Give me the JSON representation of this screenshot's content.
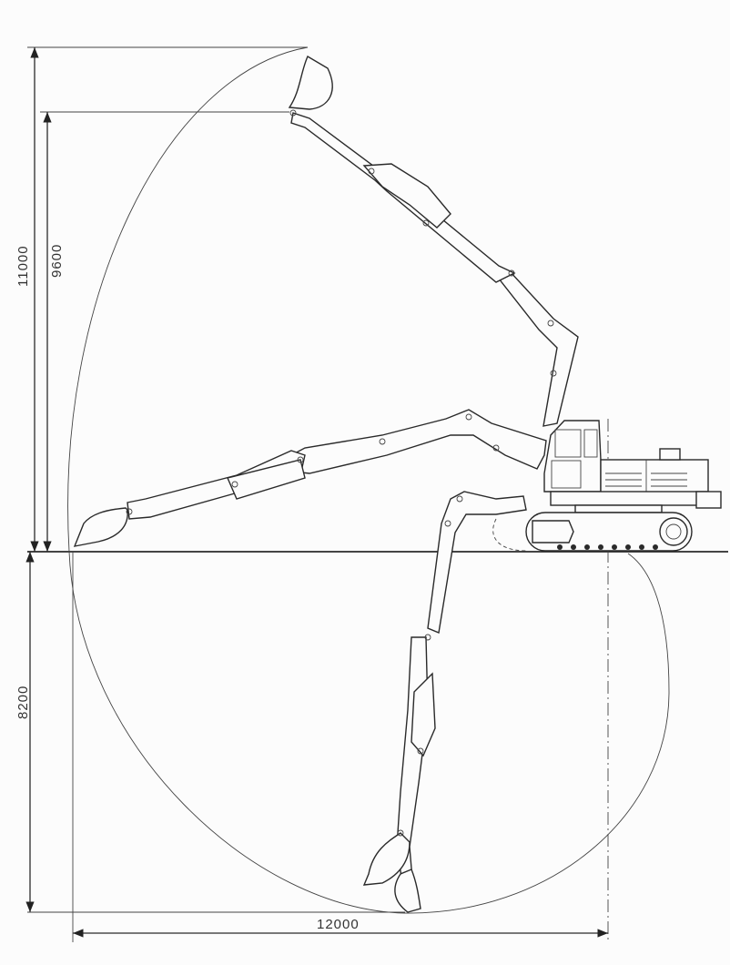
{
  "dimensions": {
    "max_reach_height": "11000",
    "max_dump_height": "9600",
    "max_digging_depth": "8200",
    "max_reach": "12000"
  }
}
